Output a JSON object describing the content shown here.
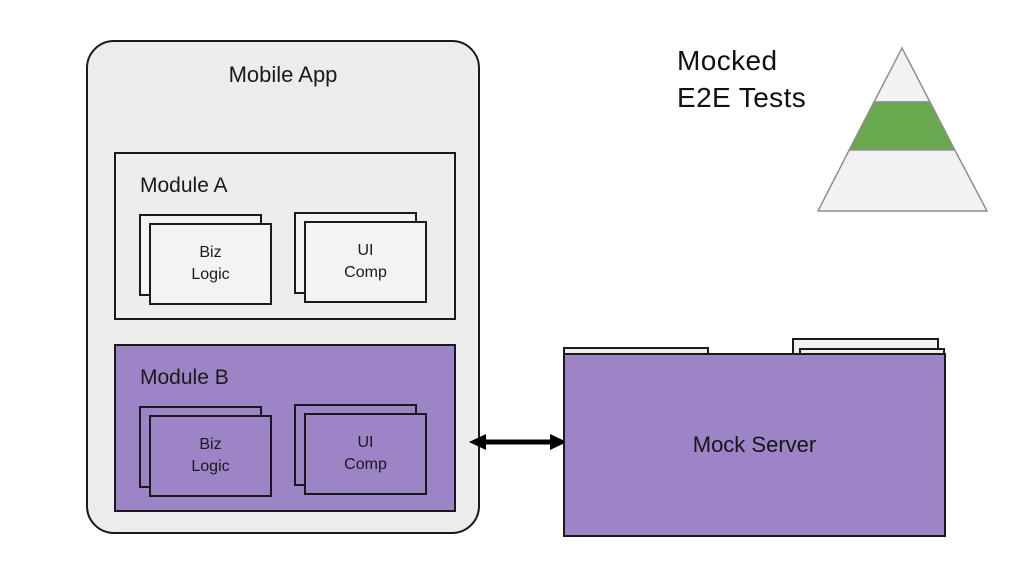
{
  "title": {
    "line1": "Mocked",
    "line2": "E2E Tests"
  },
  "mobile_app": {
    "label": "Mobile App",
    "modules": [
      {
        "label": "Module A",
        "theme": "gray",
        "cards": [
          {
            "line1": "Biz",
            "line2": "Logic"
          },
          {
            "line1": "UI",
            "line2": "Comp"
          }
        ]
      },
      {
        "label": "Module B",
        "theme": "purple",
        "cards": [
          {
            "line1": "Biz",
            "line2": "Logic"
          },
          {
            "line1": "UI",
            "line2": "Comp"
          }
        ]
      }
    ]
  },
  "connection": {
    "type": "bidirectional-arrow",
    "color": "#000000"
  },
  "mock_server": {
    "label": "Mock Server"
  },
  "pyramid": {
    "icon": "test-pyramid-icon",
    "highlighted_level": "middle",
    "levels": [
      {
        "name": "top",
        "color": "#f2f2f2"
      },
      {
        "name": "middle",
        "color": "#6aa84f"
      },
      {
        "name": "bottom",
        "color": "#f2f2f2"
      }
    ]
  },
  "colors": {
    "purple": "#9c84c7",
    "green": "#6aa84f",
    "container_gray": "#ececec",
    "card_gray": "#f3f3f3",
    "outline_black": "#1a1a1a",
    "pyramid_outline": "#8f8f8f",
    "background": "#ffffff"
  }
}
